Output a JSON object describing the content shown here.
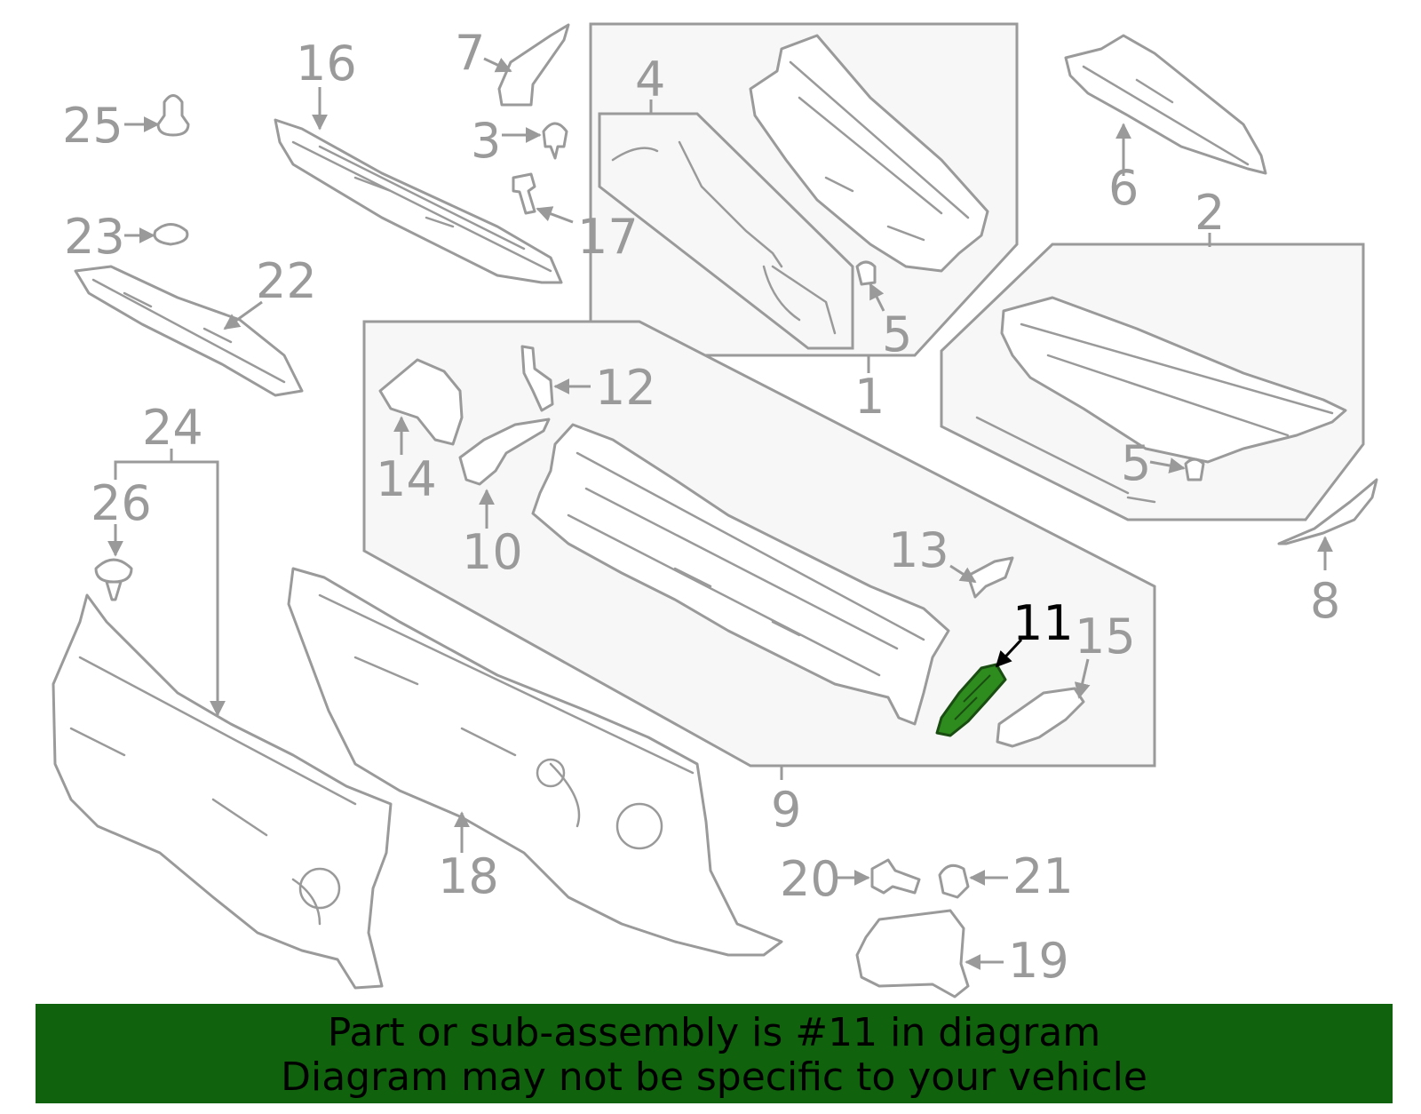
{
  "colors": {
    "highlight_part": "#2e8b1e",
    "banner": "#10620c",
    "line": "#9a9a9a",
    "box_fill": "#f7f7f7"
  },
  "callouts": {
    "c1": "1",
    "c2": "2",
    "c3": "3",
    "c4": "4",
    "c5a": "5",
    "c5b": "5",
    "c6": "6",
    "c7": "7",
    "c8": "8",
    "c9": "9",
    "c10": "10",
    "c11": "11",
    "c12": "12",
    "c13": "13",
    "c14": "14",
    "c15": "15",
    "c16": "16",
    "c17": "17",
    "c18": "18",
    "c19": "19",
    "c20": "20",
    "c21": "21",
    "c22": "22",
    "c23": "23",
    "c24": "24",
    "c25": "25",
    "c26": "26"
  },
  "highlighted_callout": "11",
  "banner": {
    "line1": "Part or sub-assembly is #11 in diagram",
    "line2": "Diagram may not be specific to your vehicle"
  }
}
